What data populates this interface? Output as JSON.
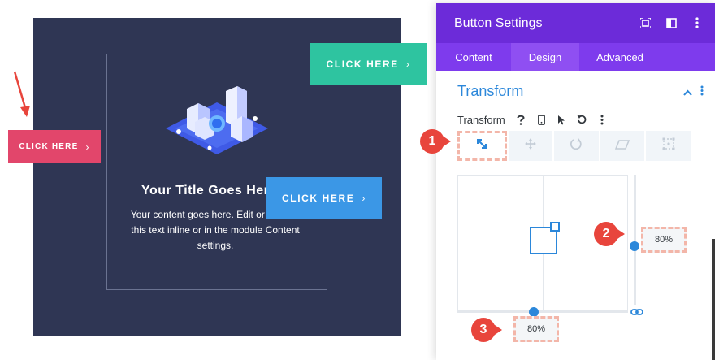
{
  "preview": {
    "title": "Your Title Goes Here",
    "body": "Your content goes here. Edit or remove this text inline or in the module Content settings.",
    "buttons": {
      "green": {
        "label": "CLICK HERE",
        "chevron": "›",
        "color": "#2ec4a0"
      },
      "blue": {
        "label": "CLICK HERE",
        "chevron": "›",
        "color": "#3b97e6"
      },
      "pink": {
        "label": "CLICK HERE",
        "chevron": "›",
        "color": "#e2466b"
      }
    },
    "background_color": "#2f3654",
    "annotation_arrow_color": "#e8453c",
    "illustration_icon": "isometric-city-icon"
  },
  "settings": {
    "title": "Button Settings",
    "header_icons": [
      "expand-icon",
      "sidebar-toggle-icon",
      "more-vertical-icon"
    ],
    "tabs": [
      {
        "label": "Content",
        "active": false
      },
      {
        "label": "Design",
        "active": true
      },
      {
        "label": "Advanced",
        "active": false
      }
    ],
    "section": {
      "title": "Transform",
      "icons": [
        "chevron-up-icon",
        "more-vertical-icon"
      ]
    },
    "field": {
      "label": "Transform",
      "label_icons": [
        "help-icon",
        "mobile-icon",
        "cursor-icon",
        "reset-icon",
        "more-vertical-icon"
      ]
    },
    "transform_modes": [
      {
        "icon": "scale-icon",
        "active": true
      },
      {
        "icon": "translate-icon",
        "active": false
      },
      {
        "icon": "rotate-icon",
        "active": false
      },
      {
        "icon": "skew-icon",
        "active": false
      },
      {
        "icon": "origin-icon",
        "active": false
      }
    ],
    "scale": {
      "y_value": "80%",
      "x_value": "80%",
      "y_level": 0.8,
      "x_level": 0.8,
      "linked": true
    },
    "accent_color": "#2b87da",
    "header_color": "#6c2bd9",
    "tabs_color": "#7e3bed"
  },
  "callouts": [
    {
      "number": "1",
      "color": "#e8453c"
    },
    {
      "number": "2",
      "color": "#e8453c"
    },
    {
      "number": "3",
      "color": "#e8453c"
    }
  ]
}
